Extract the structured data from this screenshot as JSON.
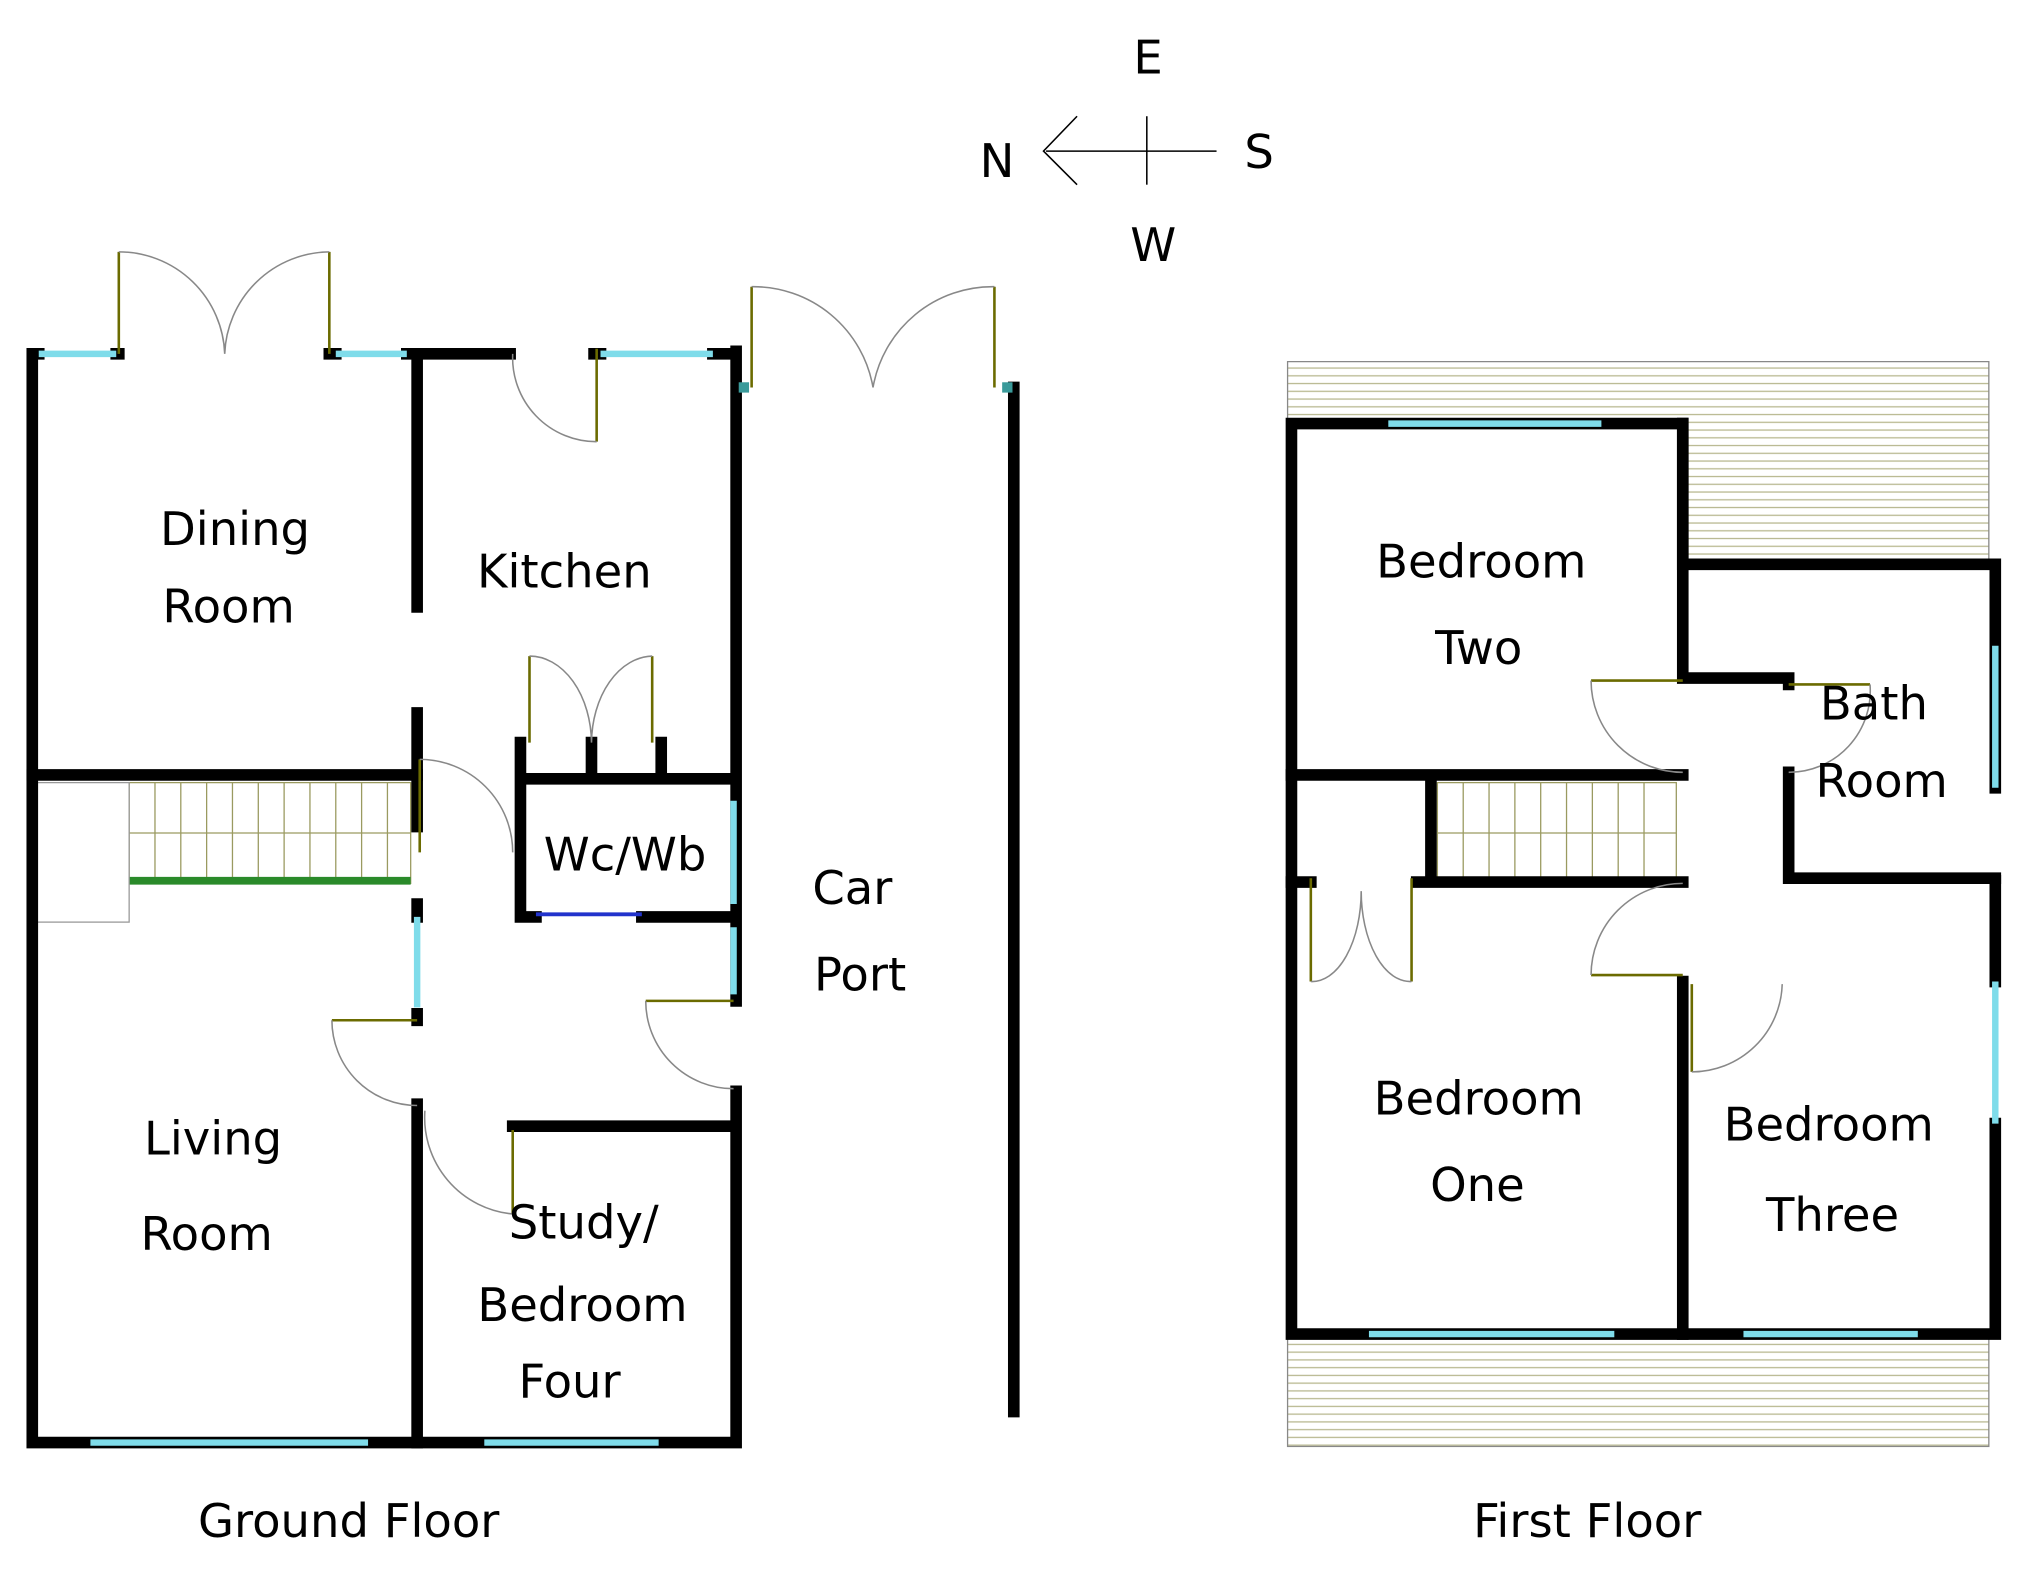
{
  "compass": {
    "north": "N",
    "east": "E",
    "south": "S",
    "west": "W"
  },
  "ground_floor": {
    "title": "Ground Floor",
    "rooms": {
      "dining": [
        "Dining",
        "Room"
      ],
      "kitchen": "Kitchen",
      "wc": "Wc/Wb",
      "car_port": [
        "Car",
        "Port"
      ],
      "living": [
        "Living",
        "Room"
      ],
      "study": [
        "Study/",
        "Bedroom",
        "Four"
      ]
    }
  },
  "first_floor": {
    "title": "First Floor",
    "rooms": {
      "bedroom_two": [
        "Bedroom",
        "Two"
      ],
      "bath": [
        "Bath",
        "Room"
      ],
      "bedroom_one": [
        "Bedroom",
        "One"
      ],
      "bedroom_three": [
        "Bedroom",
        "Three"
      ]
    }
  }
}
